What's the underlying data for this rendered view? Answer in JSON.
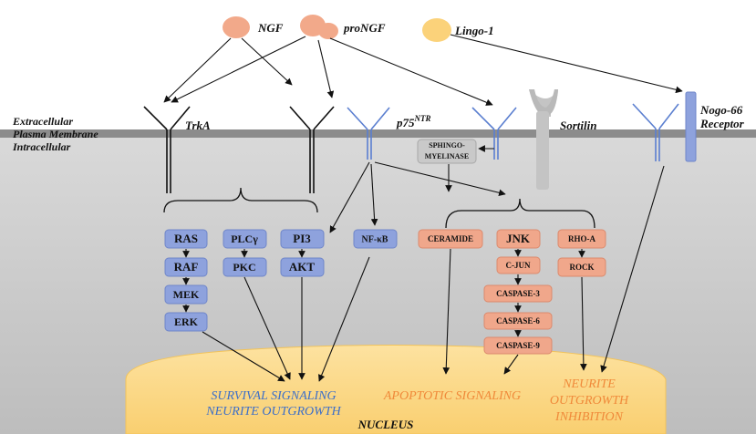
{
  "ligands": {
    "ngf": "NGF",
    "prongf": "proNGF",
    "lingo": "Lingo-1"
  },
  "regions": {
    "extracellular": "Extracellular",
    "membrane": "Plasma Membrane",
    "intracellular": "Intracellular"
  },
  "receptors": {
    "trka": "TrkA",
    "p75_base": "p75",
    "p75_sup": "NTR",
    "sortilin": "Sortilin",
    "nogo_line1": "Nogo-66",
    "nogo_line2": "Receptor"
  },
  "sphingomyelinase": {
    "line1": "SPHINGO-",
    "line2": "MYELINASE"
  },
  "blue_boxes": {
    "ras": "RAS",
    "raf": "RAF",
    "mek": "MEK",
    "erk": "ERK",
    "plcg": "PLCγ",
    "pkc": "PKC",
    "pi3": "PI3",
    "akt": "AKT",
    "nfkb": "NF-κB"
  },
  "orange_boxes": {
    "ceramide": "CERAMIDE",
    "jnk": "JNK",
    "cjun": "C-JUN",
    "caspase3": "CASPASE-3",
    "caspase6": "CASPASE-6",
    "caspase9": "CASPASE-9",
    "rhoa": "RHO-A",
    "rock": "ROCK"
  },
  "outcomes": {
    "survival_line1": "SURVIVAL SIGNALING",
    "survival_line2": "NEURITE OUTGROWTH",
    "apoptotic": "APOPTOTIC SIGNALING",
    "inhibition_line1": "NEURITE",
    "inhibition_line2": "OUTGROWTH",
    "inhibition_line3": "INHIBITION",
    "nucleus": "NUCLEUS"
  },
  "colors": {
    "background_intracellular": "#cfcfcf",
    "membrane": "#8c8c8c",
    "ligand": "#f2a98a",
    "lingo": "#fbd27a",
    "pathway_blue": "#8ea2dd",
    "pathway_orange": "#f0a78b",
    "nucleus": "#fbd27a",
    "survival_text": "#3d6fc8",
    "apoptotic_text": "#f08a3a"
  }
}
